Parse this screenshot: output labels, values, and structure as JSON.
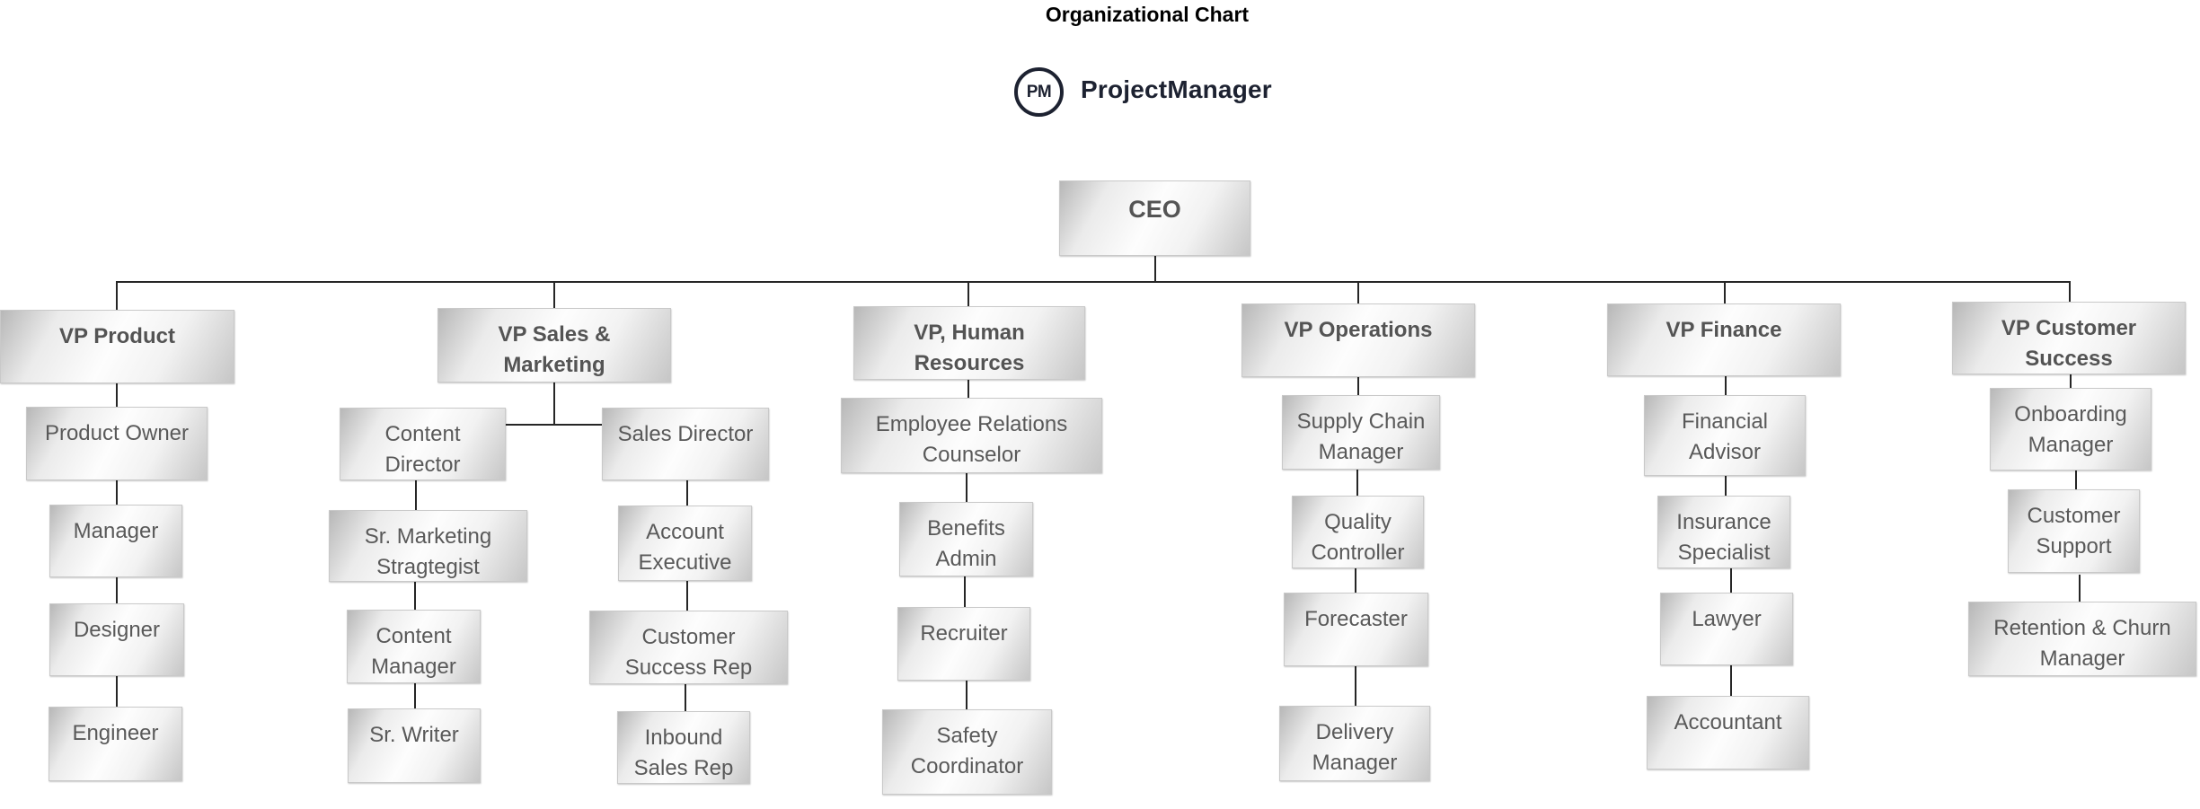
{
  "meta": {
    "title": "Organizational Chart"
  },
  "logo": {
    "badge": "PM",
    "brand": "ProjectManager"
  },
  "colors": {
    "node_text": "#595959",
    "node_fill_light": "#ffffff",
    "node_fill_dark": "#b7b7b7",
    "connector": "#262626",
    "brand": "#1d2231",
    "title_text": "#000000"
  },
  "org": {
    "ceo": "CEO",
    "columns": {
      "product": {
        "vp": "VP Product",
        "chain": [
          "Product Owner",
          "Manager",
          "Designer",
          "Engineer"
        ]
      },
      "sales": {
        "vp": "VP Sales &\nMarketing",
        "left": {
          "head": "Content\nDirector",
          "chain": [
            "Sr. Marketing\nStragtegist",
            "Content\nManager",
            "Sr. Writer"
          ]
        },
        "right": {
          "head": "Sales Director",
          "chain": [
            "Account\nExecutive",
            "Customer\nSuccess Rep",
            "Inbound\nSales Rep"
          ]
        }
      },
      "hr": {
        "vp": "VP, Human\nResources",
        "chain": [
          "Employee Relations\nCounselor",
          "Benefits\nAdmin",
          "Recruiter",
          "Safety\nCoordinator"
        ]
      },
      "operations": {
        "vp": "VP Operations",
        "chain": [
          "Supply Chain\nManager",
          "Quality\nController",
          "Forecaster",
          "Delivery\nManager"
        ]
      },
      "finance": {
        "vp": "VP Finance",
        "chain": [
          "Financial\nAdvisor",
          "Insurance\nSpecialist",
          "Lawyer",
          "Accountant"
        ]
      },
      "customer_success": {
        "vp": "VP Customer\nSuccess",
        "chain": [
          "Onboarding\nManager",
          "Customer\nSupport",
          "Retention & Churn\nManager"
        ]
      }
    }
  }
}
